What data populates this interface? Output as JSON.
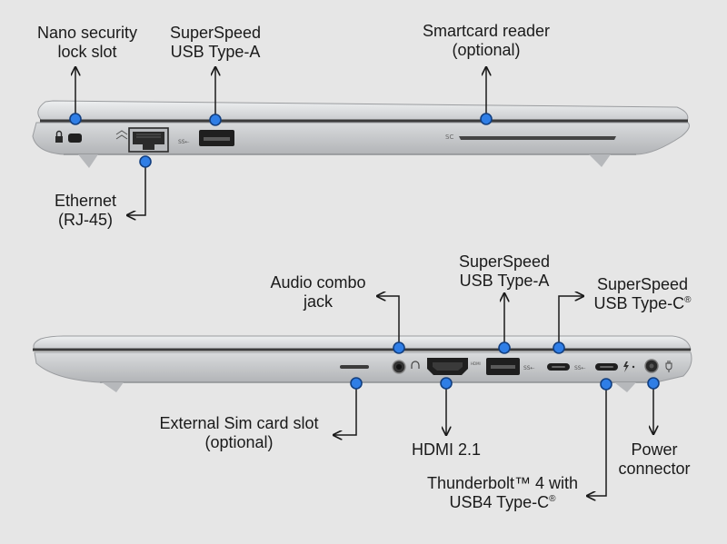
{
  "top_view": {
    "callouts": {
      "nano_lock": [
        "Nano security",
        "lock slot"
      ],
      "usb_a": [
        "SuperSpeed",
        "USB Type-A"
      ],
      "smartcard": [
        "Smartcard reader",
        "(optional)"
      ],
      "ethernet": [
        "Ethernet",
        "(RJ-45)"
      ]
    },
    "engraving": {
      "smartcard_mark": "SC"
    }
  },
  "bottom_view": {
    "callouts": {
      "audio": [
        "Audio combo",
        "jack"
      ],
      "usb_a": [
        "SuperSpeed",
        "USB Type-A"
      ],
      "usb_c": [
        "SuperSpeed",
        "USB Type-C"
      ],
      "usb_c_mark": "®",
      "sim": [
        "External Sim card slot",
        "(optional)"
      ],
      "hdmi": [
        "HDMI 2.1"
      ],
      "power": [
        "Power",
        "connector"
      ],
      "thunderbolt": [
        "Thunderbolt™ 4 with",
        "USB4 Type-C"
      ],
      "thunderbolt_mark": "®"
    }
  },
  "colors": {
    "background": "#e6e6e6",
    "chassis": "#d2d4d6",
    "chassis_dark": "#a9abae",
    "seam": "#4a4a4a",
    "dot_fill": "#2f7ee6",
    "dot_stroke": "#123f80",
    "leader": "#1a1a1a"
  }
}
